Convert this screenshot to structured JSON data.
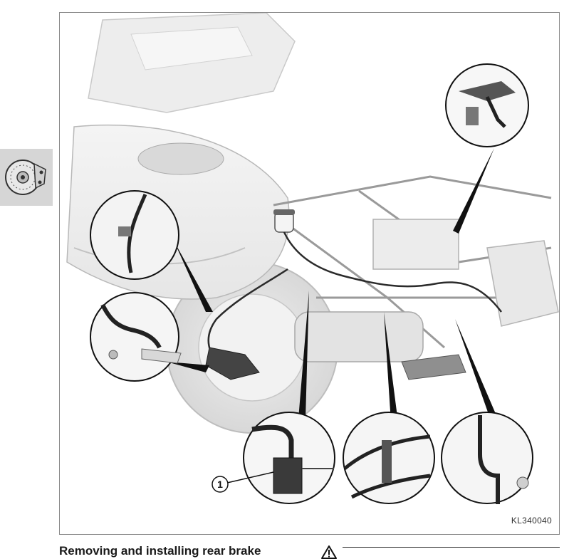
{
  "figure": {
    "code": "KL340040",
    "callouts": [
      {
        "number": "1"
      }
    ]
  },
  "section": {
    "heading": "Removing and installing rear brake"
  },
  "icons": {
    "side_tab": "brake-disc-icon",
    "heading": "warning-triangle-icon"
  }
}
